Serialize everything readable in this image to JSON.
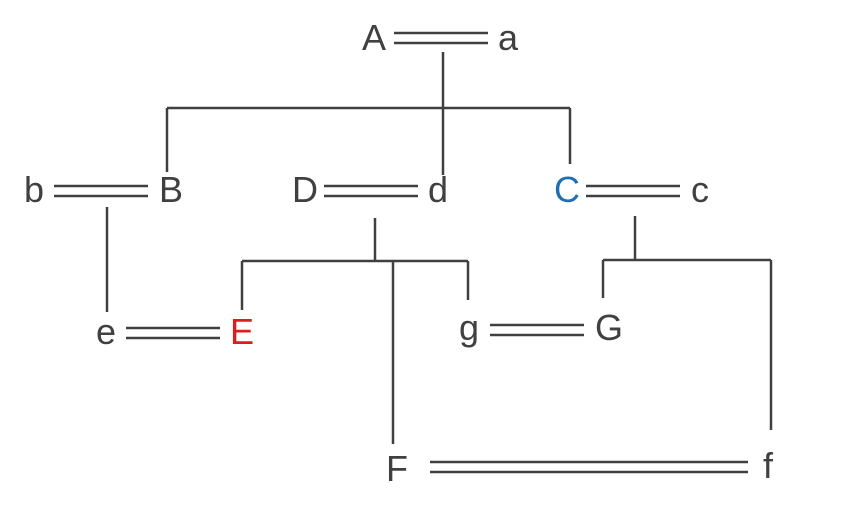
{
  "colors": {
    "line": "#404040",
    "text": "#404040",
    "highlight_red": "#dd1c1c",
    "highlight_blue": "#1f6fb2"
  },
  "nodes": {
    "A": "A",
    "a": "a",
    "b": "b",
    "B": "B",
    "D": "D",
    "d": "d",
    "C": "C",
    "c": "c",
    "e": "e",
    "E": "E",
    "g": "g",
    "G": "G",
    "F": "F",
    "f": "f"
  },
  "highlighted": {
    "E": "highlight_red",
    "C": "highlight_blue"
  },
  "unions": [
    [
      "A",
      "a"
    ],
    [
      "b",
      "B"
    ],
    [
      "D",
      "d"
    ],
    [
      "C",
      "c"
    ],
    [
      "e",
      "E"
    ],
    [
      "g",
      "G"
    ],
    [
      "F",
      "f"
    ]
  ],
  "descent": [
    {
      "parents": [
        "A",
        "a"
      ],
      "children": [
        "B",
        "d",
        "C"
      ]
    },
    {
      "parents": [
        "b",
        "B"
      ],
      "children": [
        "e"
      ]
    },
    {
      "parents": [
        "D",
        "d"
      ],
      "children": [
        "E",
        "F",
        "g"
      ]
    },
    {
      "parents": [
        "C",
        "c"
      ],
      "children": [
        "G",
        "f"
      ]
    }
  ]
}
